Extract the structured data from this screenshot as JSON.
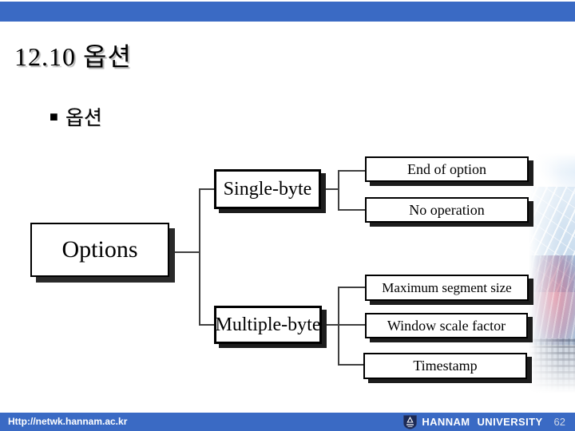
{
  "header": {
    "title": "12.10 옵션"
  },
  "content": {
    "bullet_marker": "■",
    "bullet_text": "옵션"
  },
  "diagram": {
    "type": "tree",
    "root_label": "Options",
    "branches": [
      {
        "label": "Single-byte",
        "children": [
          {
            "label": "End of option"
          },
          {
            "label": "No operation"
          }
        ]
      },
      {
        "label": "Multiple-byte",
        "children": [
          {
            "label": "Maximum segment size"
          },
          {
            "label": "Window scale factor"
          },
          {
            "label": "Timestamp"
          }
        ]
      }
    ]
  },
  "footer": {
    "url": "Http://netwk.hannam.ac.kr",
    "university": "HANNAM UNIVERSITY",
    "page_number": "62",
    "logo_icon": "hannam-shield-icon"
  },
  "colors": {
    "bar_blue": "#3a6ac4",
    "box_border": "#000000",
    "box_shadow": "#1d1d1d",
    "connector_gray": "#3f3f3f",
    "title_text": "#000000",
    "footer_text": "#ffffff",
    "page_number_text": "#cfd7e6",
    "logo_navy": "#1c2a56"
  }
}
